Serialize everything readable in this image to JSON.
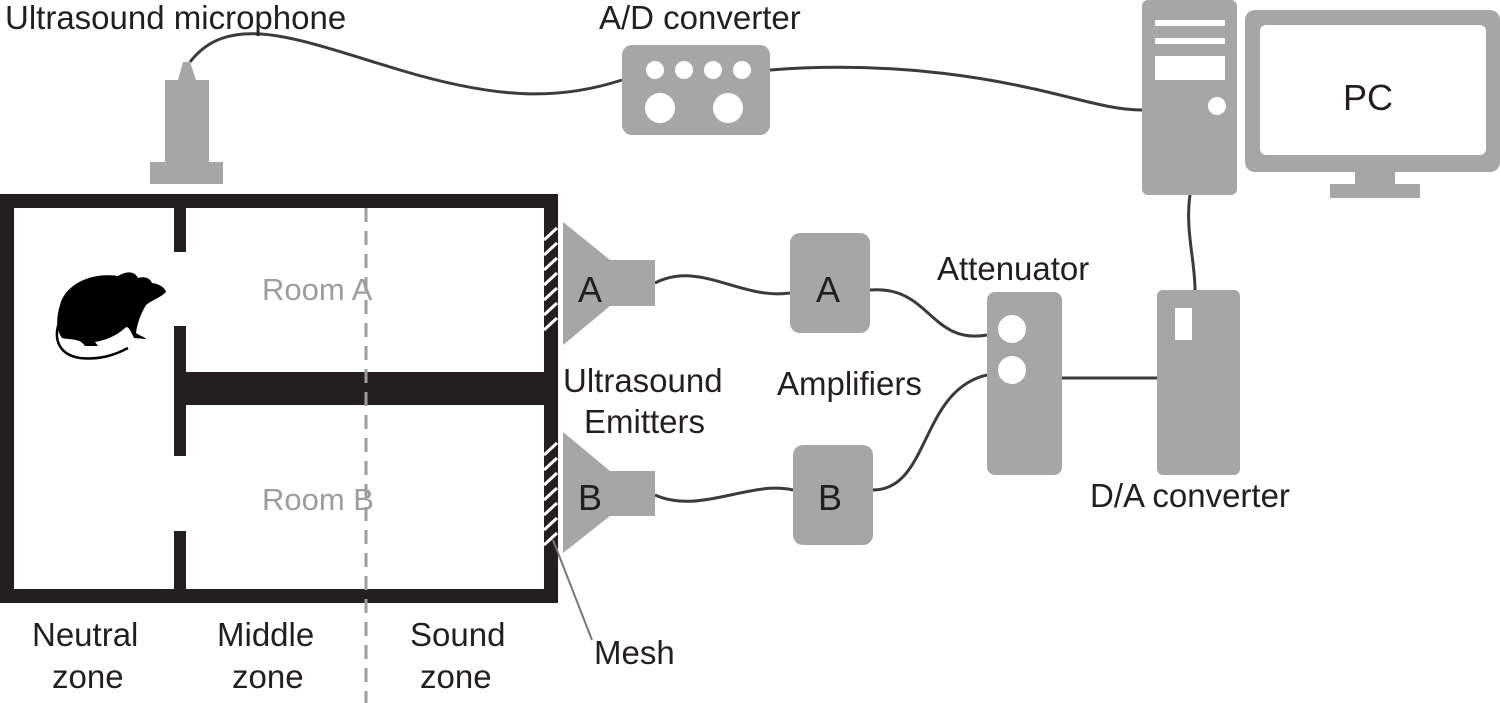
{
  "labels": {
    "microphone": "Ultrasound microphone",
    "ad_converter": "A/D converter",
    "pc": "PC",
    "room_a": "Room A",
    "room_b": "Room B",
    "emitter_a": "A",
    "emitter_b": "B",
    "emitters_line1": "Ultrasound",
    "emitters_line2": "Emitters",
    "amplifier_a": "A",
    "amplifier_b": "B",
    "amplifiers": "Amplifiers",
    "attenuator": "Attenuator",
    "da_converter": "D/A converter",
    "neutral_zone_1": "Neutral",
    "neutral_zone_2": "zone",
    "middle_zone_1": "Middle",
    "middle_zone_2": "zone",
    "sound_zone_1": "Sound",
    "sound_zone_2": "zone",
    "mesh": "Mesh"
  },
  "colors": {
    "device": "#a6a6a6",
    "wall": "#231f20",
    "wire": "#3b3b3b",
    "room_text": "#9d9d9d"
  }
}
